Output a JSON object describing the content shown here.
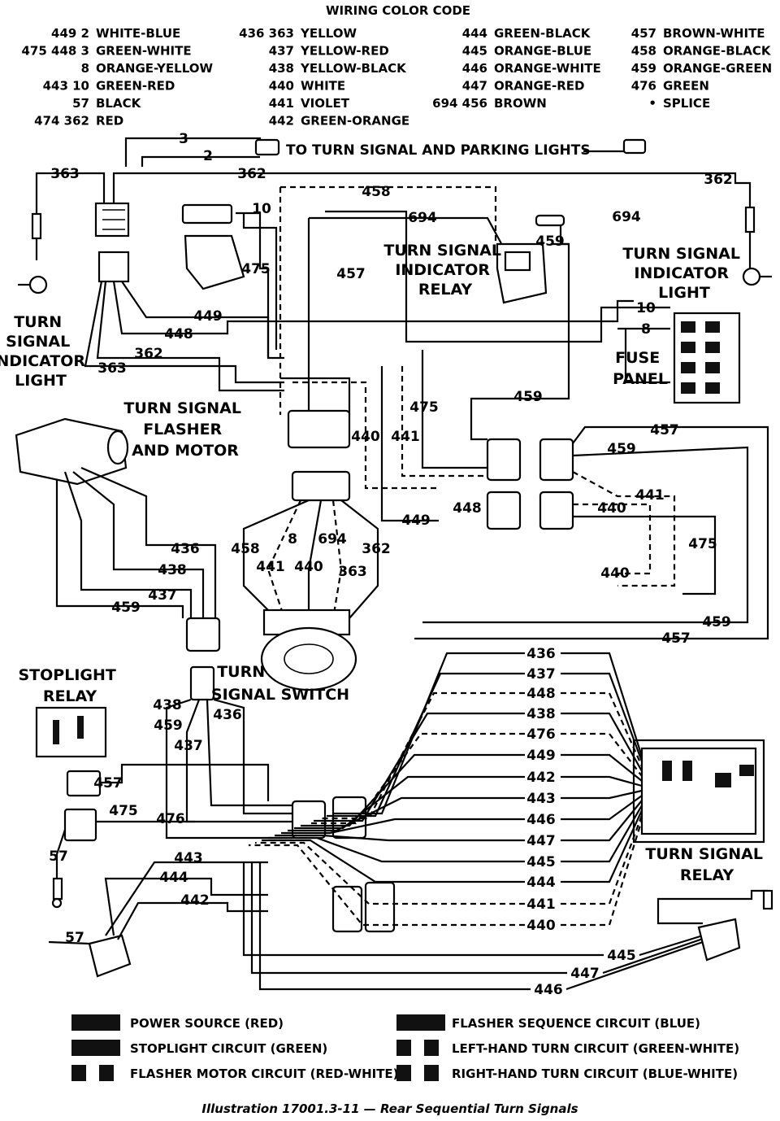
{
  "header": {
    "title": "WIRING COLOR CODE"
  },
  "color_code": {
    "col1": [
      {
        "code": "449 2",
        "color": "WHITE-BLUE"
      },
      {
        "code": "475 448 3",
        "color": "GREEN-WHITE"
      },
      {
        "code": "8",
        "color": "ORANGE-YELLOW"
      },
      {
        "code": "443 10",
        "color": "GREEN-RED"
      },
      {
        "code": "57",
        "color": "BLACK"
      },
      {
        "code": "474 362",
        "color": "RED"
      }
    ],
    "col2": [
      {
        "code": "436 363",
        "color": "YELLOW"
      },
      {
        "code": "437",
        "color": "YELLOW-RED"
      },
      {
        "code": "438",
        "color": "YELLOW-BLACK"
      },
      {
        "code": "440",
        "color": "WHITE"
      },
      {
        "code": "441",
        "color": "VIOLET"
      },
      {
        "code": "442",
        "color": "GREEN-ORANGE"
      }
    ],
    "col3": [
      {
        "code": "444",
        "color": "GREEN-BLACK"
      },
      {
        "code": "445",
        "color": "ORANGE-BLUE"
      },
      {
        "code": "446",
        "color": "ORANGE-WHITE"
      },
      {
        "code": "447",
        "color": "ORANGE-RED"
      },
      {
        "code": "694 456",
        "color": "BROWN"
      }
    ],
    "col4": [
      {
        "code": "457",
        "color": "BROWN-WHITE"
      },
      {
        "code": "458",
        "color": "ORANGE-BLACK"
      },
      {
        "code": "459",
        "color": "ORANGE-GREEN"
      },
      {
        "code": "476",
        "color": "GREEN"
      },
      {
        "code": "•",
        "color": "SPLICE"
      }
    ]
  },
  "components": {
    "to_turn_signal": "TO TURN SIGNAL AND PARKING LIGHTS",
    "indicator_relay": [
      "TURN SIGNAL",
      "INDICATOR",
      "RELAY"
    ],
    "indicator_light_right": [
      "TURN SIGNAL",
      "INDICATOR",
      "LIGHT"
    ],
    "indicator_light_left": [
      "TURN",
      "SIGNAL",
      "INDICATOR",
      "LIGHT"
    ],
    "fuse_panel": [
      "FUSE",
      "PANEL"
    ],
    "flasher_motor": [
      "TURN SIGNAL",
      "FLASHER",
      "AND MOTOR"
    ],
    "turn_signal_switch": [
      "TURN",
      "SIGNAL SWITCH"
    ],
    "stoplight_relay": [
      "STOPLIGHT",
      "RELAY"
    ],
    "turn_signal_relay": [
      "TURN SIGNAL",
      "RELAY"
    ]
  },
  "wire_labels": {
    "top": [
      "3",
      "2",
      "363",
      "362",
      "362",
      "458",
      "694",
      "694",
      "10",
      "459",
      "475",
      "457",
      "10",
      "8"
    ],
    "left": [
      "449",
      "448",
      "362",
      "363",
      "459",
      "475",
      "440",
      "441",
      "449",
      "448",
      "457",
      "459",
      "441",
      "440",
      "475",
      "440",
      "459",
      "457"
    ],
    "switch": [
      "436",
      "438",
      "437",
      "459",
      "458",
      "8",
      "694",
      "362",
      "441",
      "440",
      "363"
    ],
    "stop": [
      "438",
      "459",
      "436",
      "437",
      "457",
      "475",
      "476",
      "57",
      "443",
      "444",
      "442",
      "57"
    ],
    "relay_bundle": [
      "436",
      "437",
      "448",
      "438",
      "476",
      "449",
      "442",
      "443",
      "446",
      "447",
      "445",
      "444",
      "441",
      "440",
      "445",
      "447",
      "446"
    ]
  },
  "legend": [
    {
      "pattern": "solid",
      "label": "POWER SOURCE (RED)"
    },
    {
      "pattern": "solid",
      "label": "STOPLIGHT CIRCUIT (GREEN)"
    },
    {
      "pattern": "split",
      "label": "FLASHER MOTOR CIRCUIT (RED-WHITE)"
    },
    {
      "pattern": "solid",
      "label": "FLASHER SEQUENCE CIRCUIT (BLUE)"
    },
    {
      "pattern": "split",
      "label": "LEFT-HAND TURN CIRCUIT (GREEN-WHITE)"
    },
    {
      "pattern": "split",
      "label": "RIGHT-HAND TURN CIRCUIT (BLUE-WHITE)"
    }
  ],
  "caption": "Illustration 17001.3-11 — Rear Sequential Turn Signals"
}
